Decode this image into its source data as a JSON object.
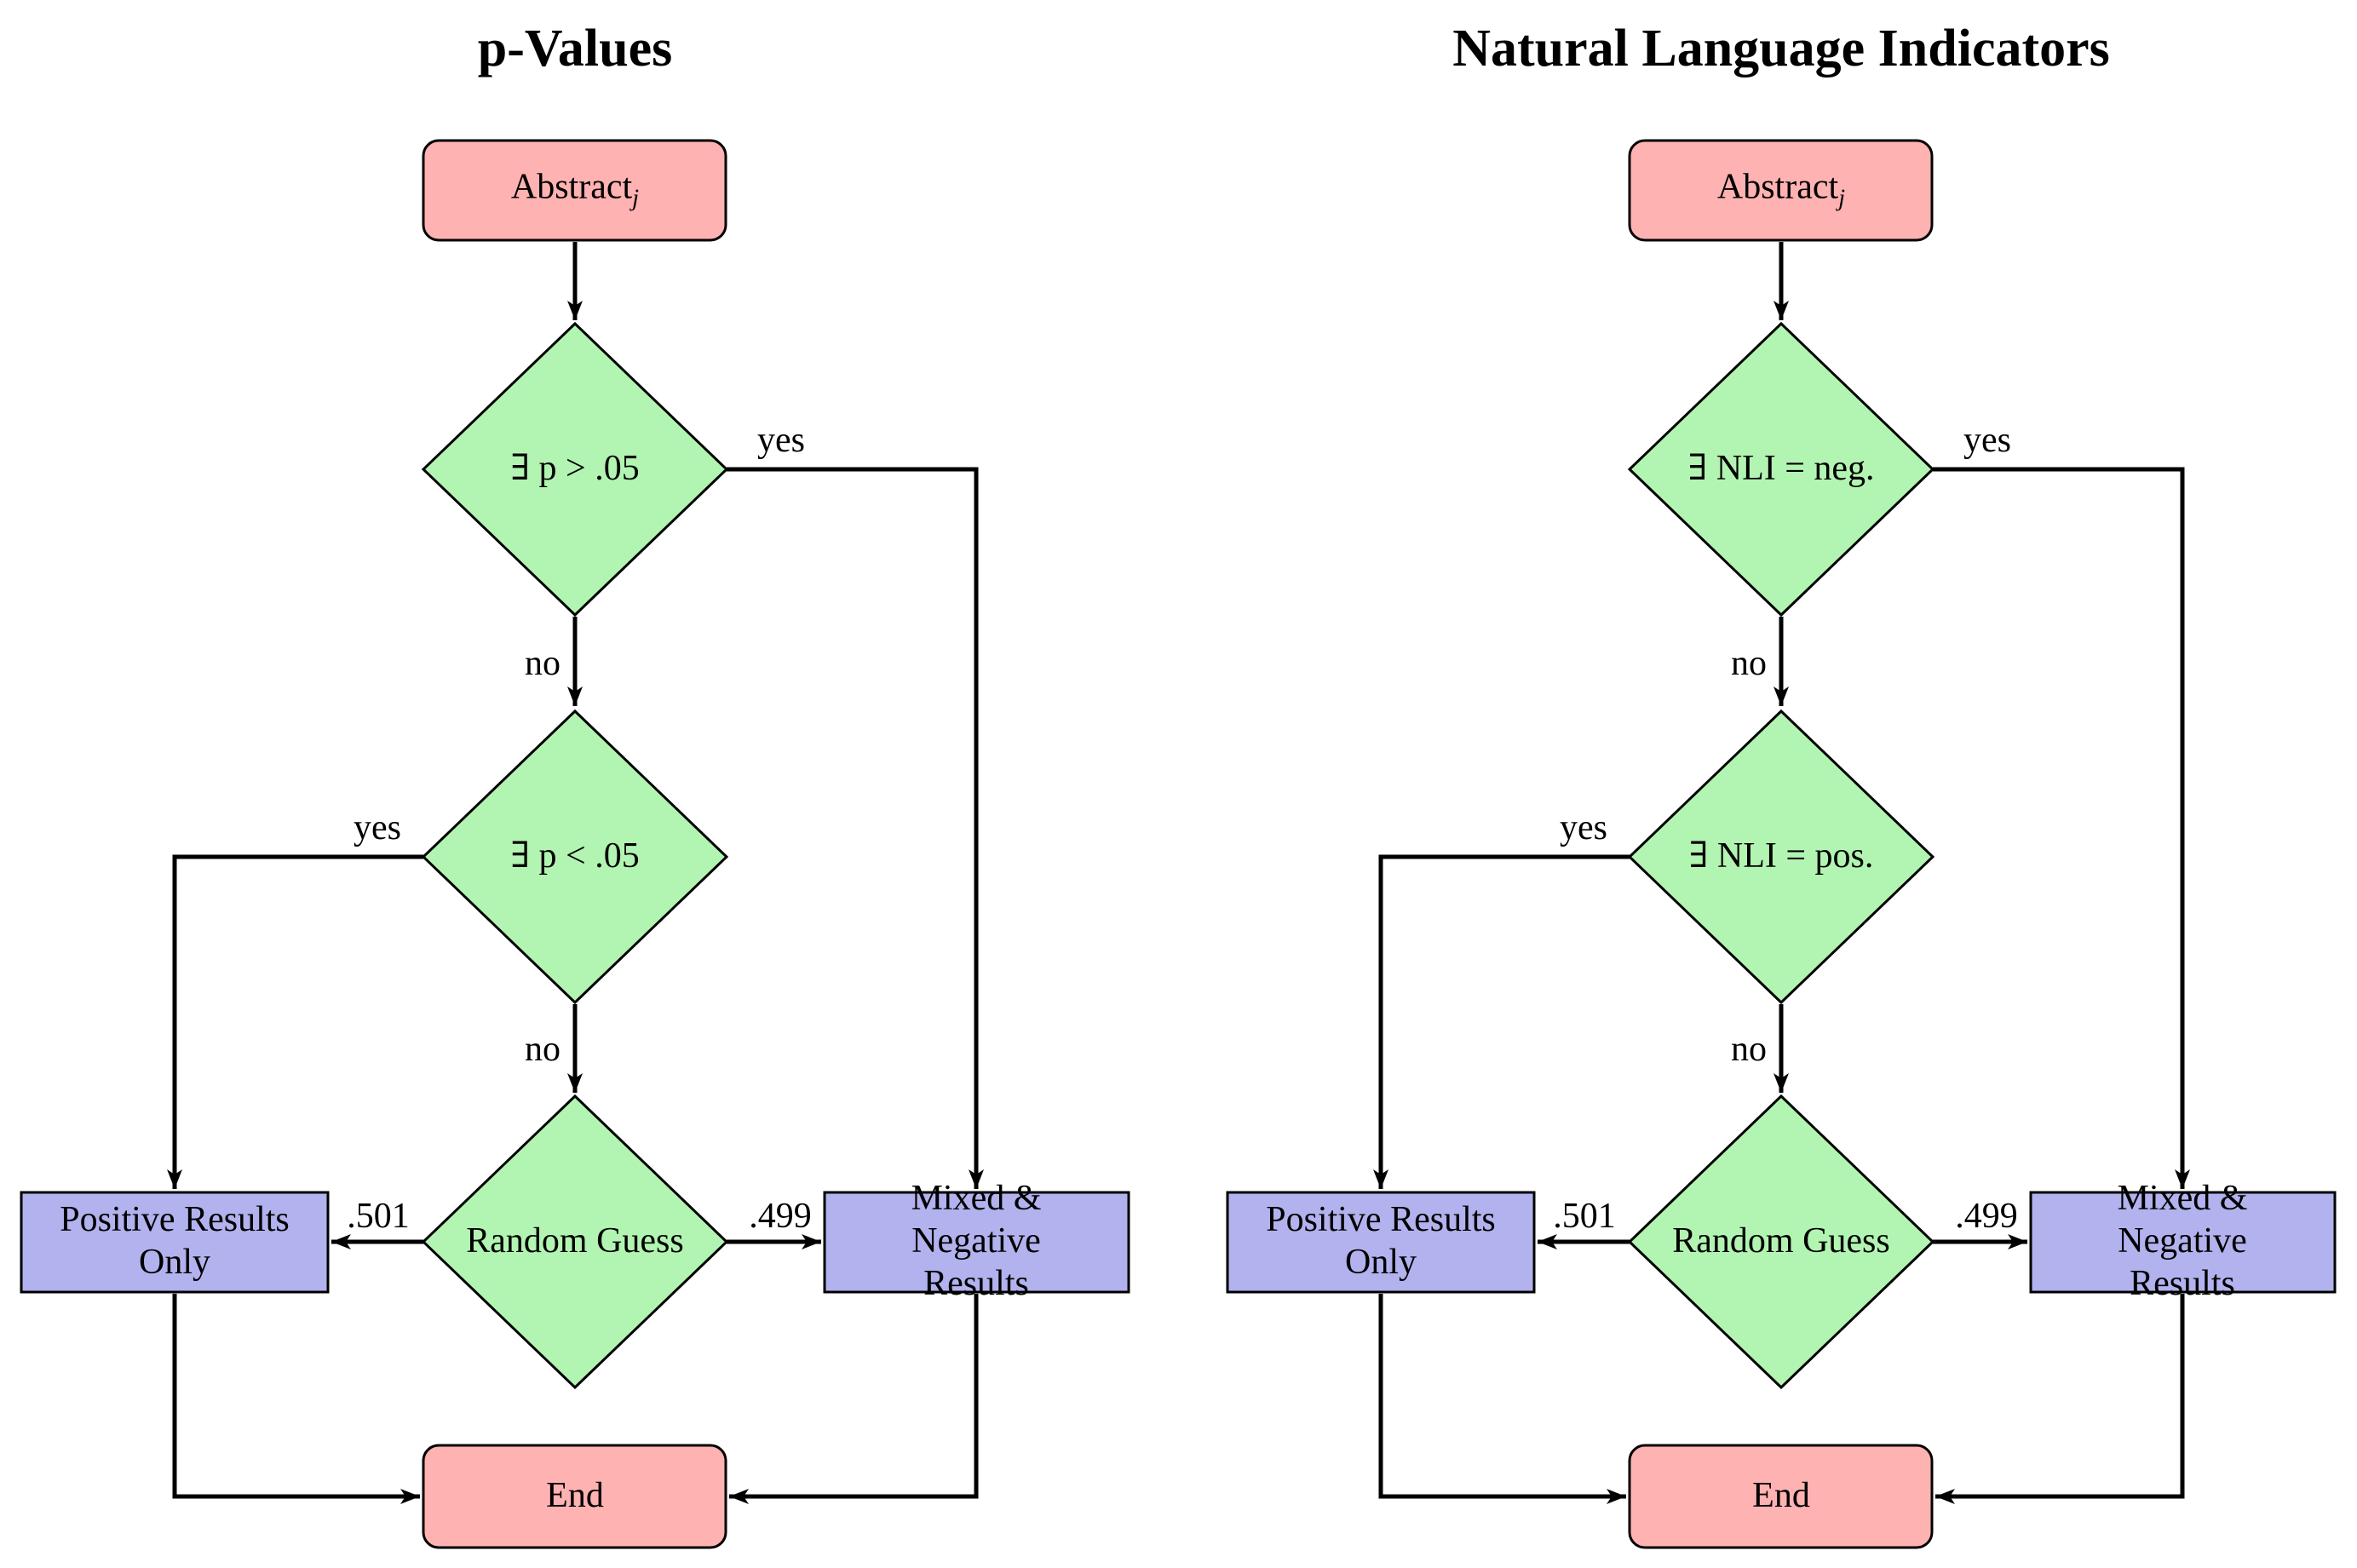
{
  "figure": {
    "background": "#FFFFFF",
    "colors": {
      "terminal_fill": "#FFB2B2",
      "decision_fill": "#B2F5B2",
      "outcome_fill": "#B2B2EE",
      "stroke": "#000000"
    },
    "charts": [
      {
        "title": "p-Values",
        "start_label": "Abstract",
        "start_subscript": "j",
        "decisions": {
          "first": "∃ p > .05",
          "second": "∃ p < .05",
          "third": "Random Guess"
        },
        "outcomes": {
          "left": "Positive Results\nOnly",
          "right": "Mixed &\nNegative Results"
        },
        "end_label": "End",
        "edge_labels": {
          "first_yes": "yes",
          "first_no": "no",
          "second_yes": "yes",
          "second_no": "no",
          "third_left": ".501",
          "third_right": ".499"
        }
      },
      {
        "title": "Natural Language Indicators",
        "start_label": "Abstract",
        "start_subscript": "j",
        "decisions": {
          "first": "∃ NLI = neg.",
          "second": "∃ NLI = pos.",
          "third": "Random Guess"
        },
        "outcomes": {
          "left": "Positive Results\nOnly",
          "right": "Mixed &\nNegative Results"
        },
        "end_label": "End",
        "edge_labels": {
          "first_yes": "yes",
          "first_no": "no",
          "second_yes": "yes",
          "second_no": "no",
          "third_left": ".501",
          "third_right": ".499"
        }
      }
    ]
  }
}
